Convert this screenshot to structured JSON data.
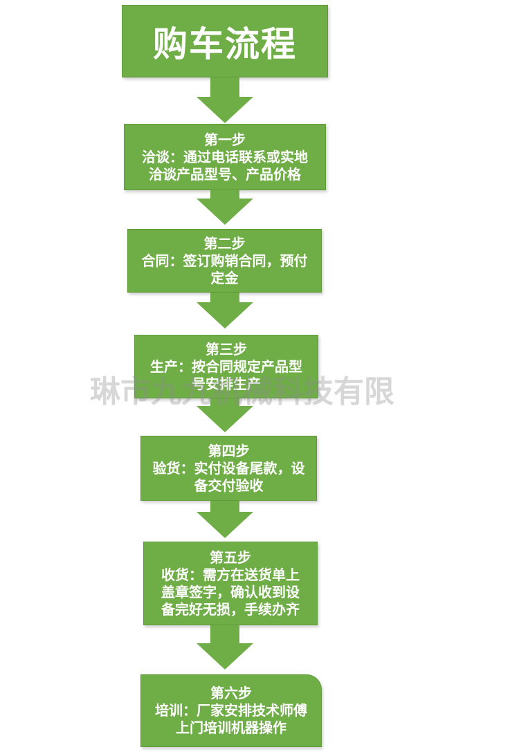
{
  "title": "购车流程",
  "watermark": "琳市九九机械科技有限",
  "colors": {
    "box_fill": "#6fad47",
    "text": "#ffffff"
  },
  "steps": [
    {
      "heading": "第一步",
      "lines": [
        "洽谈：通过电话联系或实地",
        "洽谈产品型号、产品价格"
      ]
    },
    {
      "heading": "第二步",
      "lines": [
        "合同：签订购销合同，预付",
        "定金"
      ]
    },
    {
      "heading": "第三步",
      "lines": [
        "生产：按合同规定产品型",
        "号安排生产"
      ]
    },
    {
      "heading": "第四步",
      "lines": [
        "验货：实付设备尾款，设",
        "备交付验收"
      ]
    },
    {
      "heading": "第五步",
      "lines": [
        "收货：需方在送货单上",
        "盖章签字，确认收到设",
        "备完好无损，手续办齐"
      ]
    },
    {
      "heading": "第六步",
      "lines": [
        "培训：厂家安排技术师傅",
        "上门培训机器操作"
      ]
    }
  ]
}
